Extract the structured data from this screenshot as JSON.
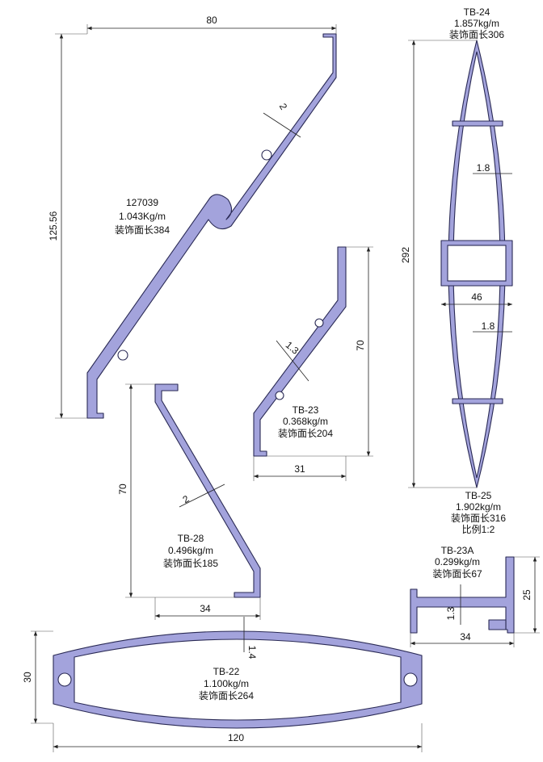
{
  "profiles": {
    "p127039": {
      "code": "127039",
      "weight": "1.043Kg/m",
      "face": "装饰面长384",
      "dims": {
        "width": "80",
        "height": "125.56",
        "wall": "2"
      }
    },
    "tb24": {
      "code": "TB-24",
      "weight": "1.857kg/m",
      "face": "装饰面长306"
    },
    "tb25": {
      "code": "TB-25",
      "weight": "1.902kg/m",
      "face": "装饰面长316",
      "scale": "比例1:2",
      "dims": {
        "height": "292",
        "inner_width": "46",
        "wall_upper": "1.8",
        "wall_lower": "1.8"
      }
    },
    "tb23": {
      "code": "TB-23",
      "weight": "0.368kg/m",
      "face": "装饰面长204",
      "dims": {
        "width": "31",
        "height": "70",
        "wall": "1.3"
      }
    },
    "tb28": {
      "code": "TB-28",
      "weight": "0.496kg/m",
      "face": "装饰面长185",
      "dims": {
        "width": "34",
        "height": "70",
        "wall": "2"
      }
    },
    "tb23a": {
      "code": "TB-23A",
      "weight": "0.299kg/m",
      "face": "装饰面长67",
      "dims": {
        "width": "34",
        "height": "25",
        "wall": "1.3"
      }
    },
    "tb22": {
      "code": "TB-22",
      "weight": "1.100kg/m",
      "face": "装饰面长264",
      "dims": {
        "width": "120",
        "height": "30",
        "wall": "1.4"
      }
    }
  },
  "colors": {
    "profile_fill": "#a3a3dc",
    "profile_stroke": "#2a2a55",
    "background": "#ffffff"
  }
}
